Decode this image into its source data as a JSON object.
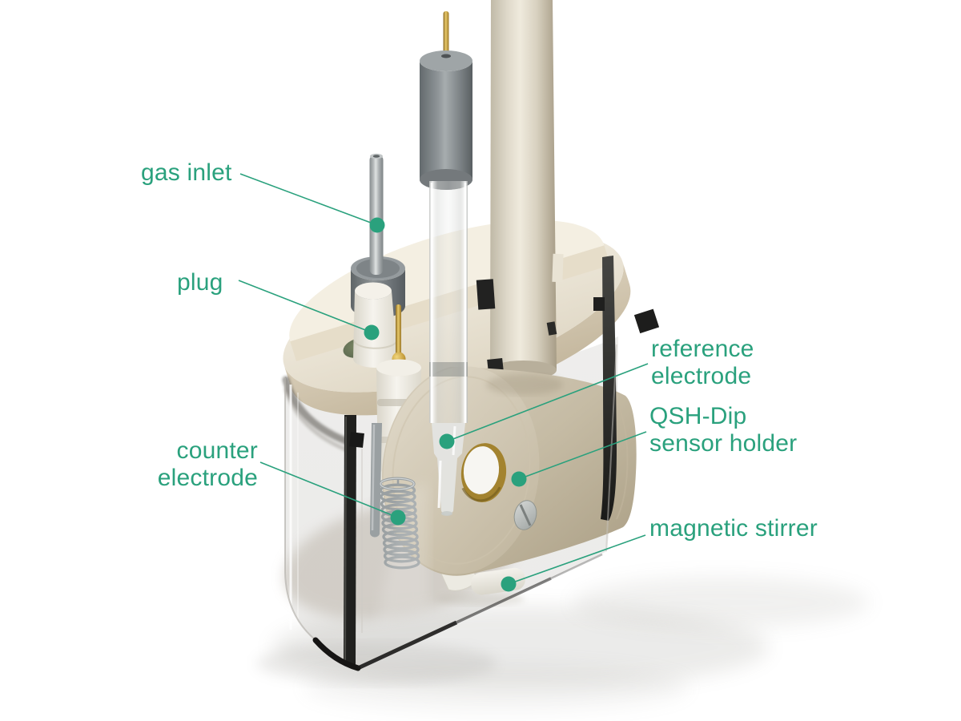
{
  "colors": {
    "background": "#ffffff",
    "accent": "#2aa17d",
    "cream": "#e8e1d0",
    "grey_metal": "#82888b",
    "gold": "#c59d3c",
    "glass": "#d8d8d4",
    "frame_black": "#1d1d1b"
  },
  "labels": {
    "gas_inlet": {
      "text": "gas inlet"
    },
    "plug": {
      "text": "plug"
    },
    "counter_electrode": {
      "text": "counter\nelectrode"
    },
    "reference_electrode": {
      "text": "reference\nelectrode"
    },
    "qsh_dip": {
      "text": "QSH-Dip\nsensor holder"
    },
    "magnetic_stirrer": {
      "text": "magnetic stirrer"
    }
  }
}
